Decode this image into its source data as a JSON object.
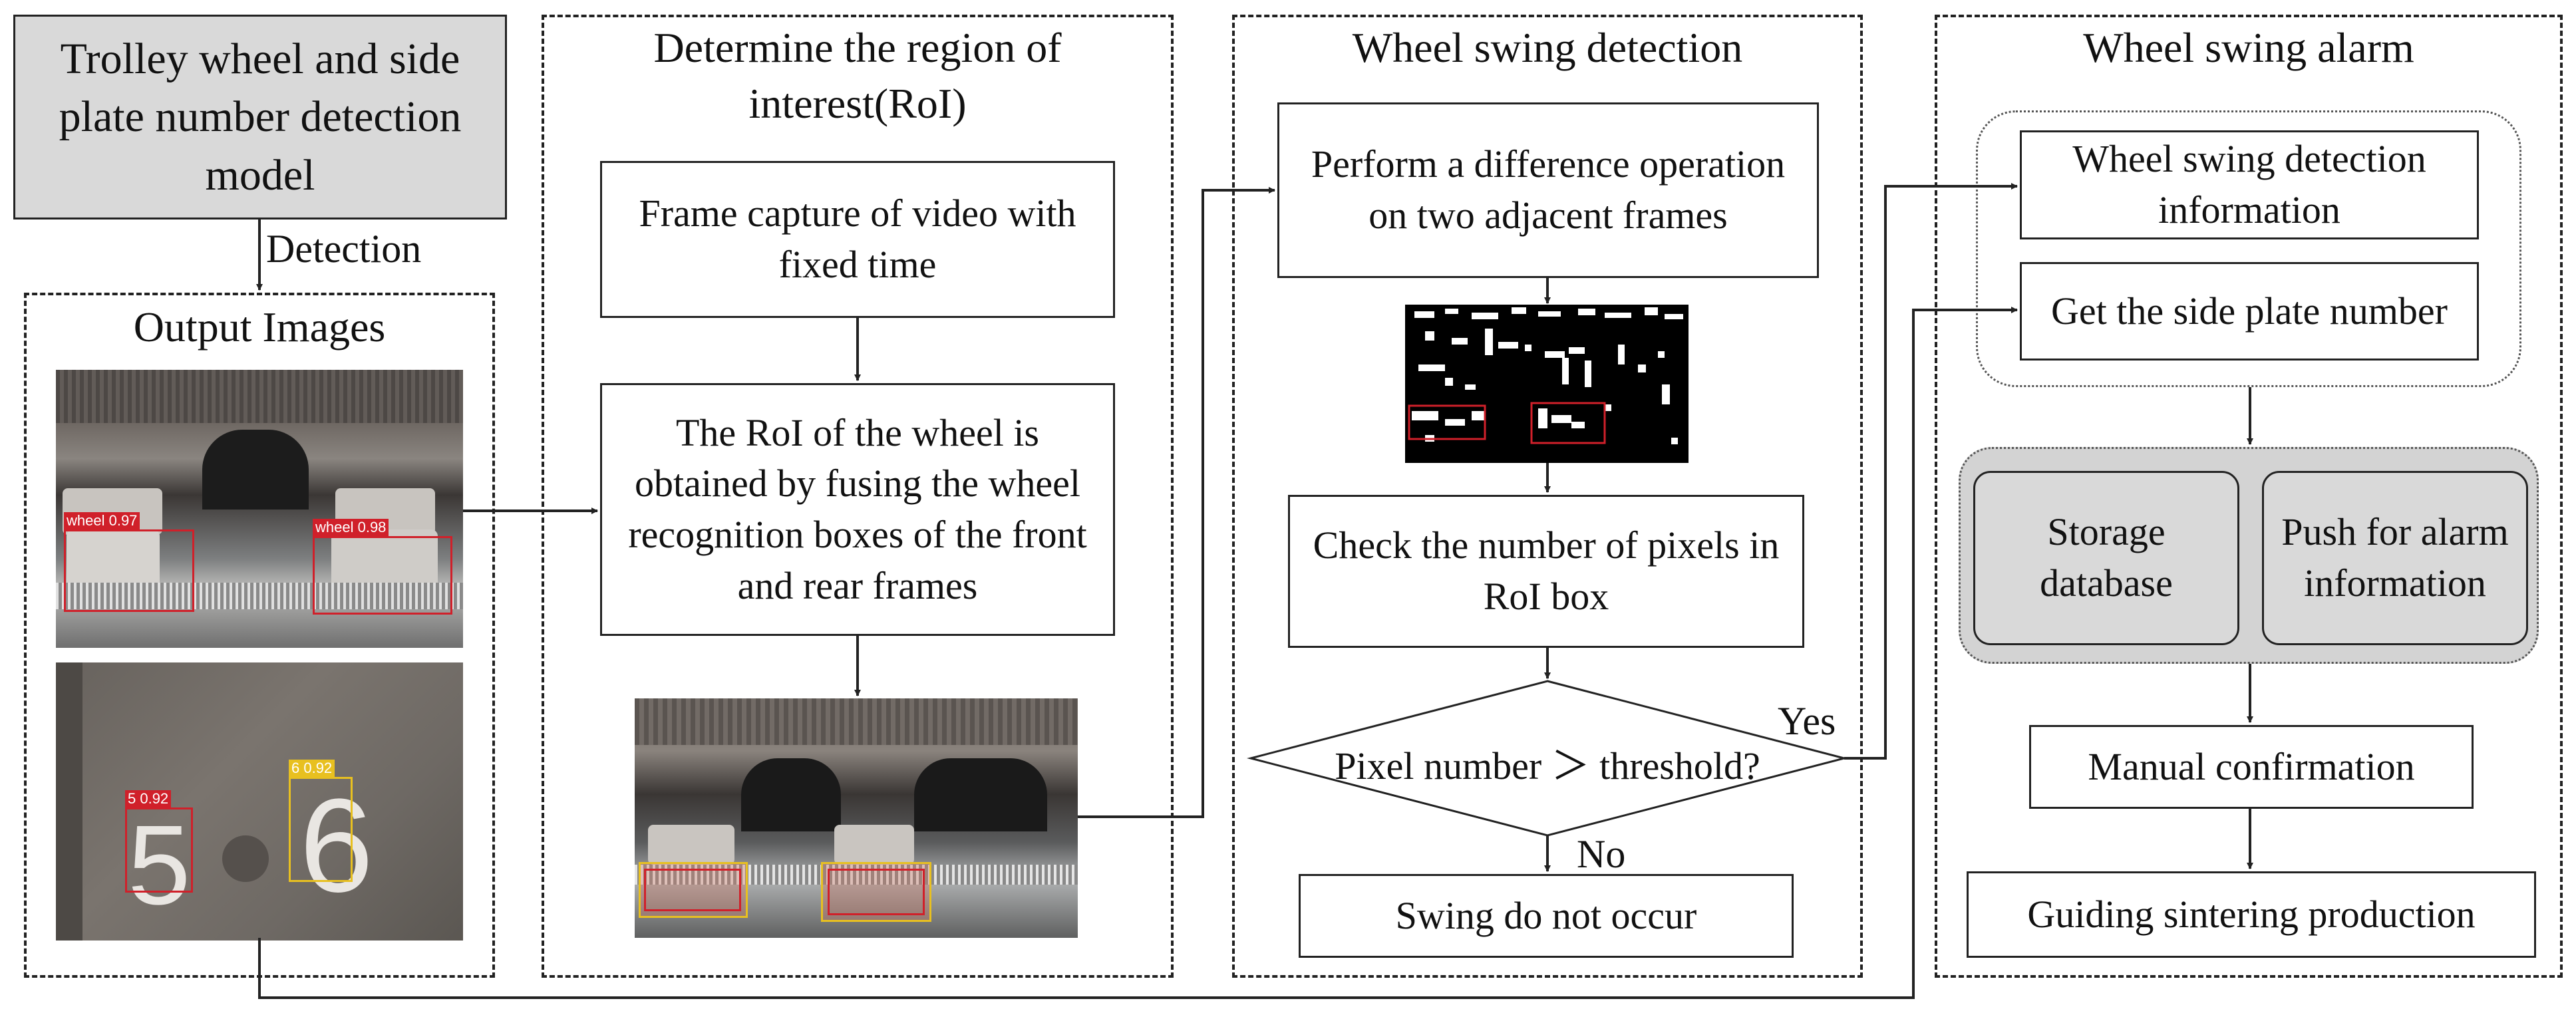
{
  "model_box": "Trolley wheel and side plate number detection model",
  "detection_label": "Detection",
  "output_panel": {
    "title": "Output Images"
  },
  "detections": {
    "wheel_left": "wheel 0.97",
    "wheel_right": "wheel 0.98",
    "digit_5": "5 0.92",
    "digit_6": "6 0.92"
  },
  "roi_panel": {
    "title": "Determine the region of interest(RoI)",
    "step1": "Frame capture of video with fixed time",
    "step2": "The RoI of the wheel is obtained by fusing the wheel recognition boxes of the front and rear frames"
  },
  "swing_detection_panel": {
    "title": "Wheel swing detection",
    "step1": "Perform a difference operation on two adjacent frames",
    "step2": "Check the number of pixels in RoI box",
    "decision": "Pixel number ＞ threshold?",
    "yes_label": "Yes",
    "no_label": "No",
    "no_result": "Swing do not occur"
  },
  "alarm_panel": {
    "title": "Wheel swing alarm",
    "info": "Wheel swing detection information",
    "plate": "Get the side plate number",
    "storage": "Storage database",
    "push": "Push for alarm information",
    "manual": "Manual confirmation",
    "guide": "Guiding sintering production"
  },
  "colors": {
    "line": "#222222",
    "gray_box": "#d9d9d9",
    "det_red": "#d0202a",
    "det_yellow": "#e8c020"
  }
}
